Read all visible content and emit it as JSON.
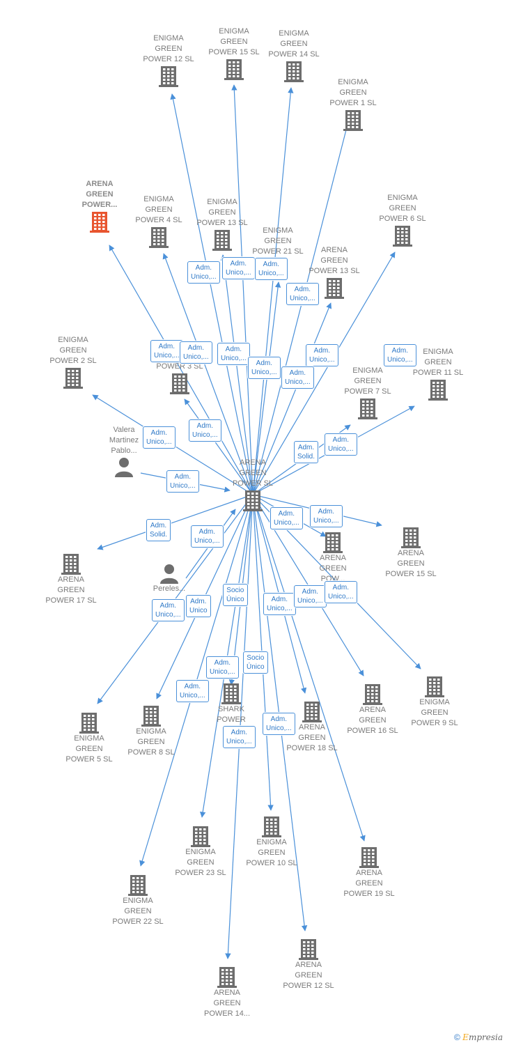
{
  "colors": {
    "edge": "#4a90d9",
    "building": "#6d6d6d",
    "highlight": "#e8552f",
    "person": "#6d6d6d"
  },
  "nodes": [
    {
      "id": "c",
      "kind": "building",
      "label": "ARENA\nGREEN\nPOWER  SL",
      "lp": "above",
      "name": "node-arena-green-power-sl"
    },
    {
      "id": "arena_main",
      "kind": "building",
      "label": "ARENA\nGREEN\nPOWER...",
      "lp": "above",
      "highlight": true,
      "name": "node-arena-green-power-main"
    },
    {
      "id": "eg12",
      "kind": "building",
      "label": "ENIGMA\nGREEN\nPOWER 12  SL",
      "lp": "above",
      "name": "node-enigma-green-power-12"
    },
    {
      "id": "eg15",
      "kind": "building",
      "label": "ENIGMA\nGREEN\nPOWER 15  SL",
      "lp": "above",
      "name": "node-enigma-green-power-15"
    },
    {
      "id": "eg14",
      "kind": "building",
      "label": "ENIGMA\nGREEN\nPOWER 14  SL",
      "lp": "above",
      "name": "node-enigma-green-power-14"
    },
    {
      "id": "eg1",
      "kind": "building",
      "label": "ENIGMA\nGREEN\nPOWER 1  SL",
      "lp": "above",
      "name": "node-enigma-green-power-1"
    },
    {
      "id": "eg4",
      "kind": "building",
      "label": "ENIGMA\nGREEN\nPOWER 4  SL",
      "lp": "above",
      "name": "node-enigma-green-power-4"
    },
    {
      "id": "eg13",
      "kind": "building",
      "label": "ENIGMA\nGREEN\nPOWER 13  SL",
      "lp": "above",
      "name": "node-enigma-green-power-13"
    },
    {
      "id": "eg21",
      "kind": "building",
      "label": "ENIGMA\nGREEN\nPOWER 21  SL",
      "lp": "above",
      "name": "node-enigma-green-power-21"
    },
    {
      "id": "ag13",
      "kind": "building",
      "label": "ARENA\nGREEN\nPOWER 13  SL",
      "lp": "above",
      "name": "node-arena-green-power-13"
    },
    {
      "id": "eg6",
      "kind": "building",
      "label": "ENIGMA\nGREEN\nPOWER 6  SL",
      "lp": "above",
      "name": "node-enigma-green-power-6"
    },
    {
      "id": "eg2",
      "kind": "building",
      "label": "ENIGMA\nGREEN\nPOWER 2  SL",
      "lp": "above",
      "name": "node-enigma-green-power-2"
    },
    {
      "id": "pow3",
      "kind": "building",
      "label": "POWER 3  SL",
      "lp": "above",
      "name": "node-power-3"
    },
    {
      "id": "eg7",
      "kind": "building",
      "label": "ENIGMA\nGREEN\nPOWER 7  SL",
      "lp": "above",
      "name": "node-enigma-green-power-7"
    },
    {
      "id": "eg11",
      "kind": "building",
      "label": "ENIGMA\nGREEN\nPOWER 11  SL",
      "lp": "above",
      "name": "node-enigma-green-power-11"
    },
    {
      "id": "valera",
      "kind": "person",
      "label": "Valera\nMartinez\nPablo...",
      "lp": "above",
      "name": "node-valera-martinez-pablo"
    },
    {
      "id": "ag17",
      "kind": "building",
      "label": "ARENA\nGREEN\nPOWER 17  SL",
      "lp": "below",
      "name": "node-arena-green-power-17"
    },
    {
      "id": "ag15",
      "kind": "building",
      "label": "ARENA\nGREEN\nPOWER 15  SL",
      "lp": "below",
      "name": "node-arena-green-power-15"
    },
    {
      "id": "agpow",
      "kind": "building",
      "label": "ARENA\nGREEN\nPOW...",
      "lp": "below",
      "name": "node-arena-green-pow"
    },
    {
      "id": "pereles",
      "kind": "person",
      "label": "Pereles...",
      "lp": "below",
      "name": "node-pereles"
    },
    {
      "id": "eg5",
      "kind": "building",
      "label": "ENIGMA\nGREEN\nPOWER 5  SL",
      "lp": "below",
      "name": "node-enigma-green-power-5"
    },
    {
      "id": "eg8",
      "kind": "building",
      "label": "ENIGMA\nGREEN\nPOWER 8  SL",
      "lp": "below",
      "name": "node-enigma-green-power-8"
    },
    {
      "id": "shark",
      "kind": "building",
      "label": "SHARK\nPOWER\nRE...",
      "lp": "below",
      "name": "node-shark-power"
    },
    {
      "id": "ag18",
      "kind": "building",
      "label": "ARENA\nGREEN\nPOWER 18  SL",
      "lp": "below",
      "name": "node-arena-green-power-18"
    },
    {
      "id": "ag16",
      "kind": "building",
      "label": "ARENA\nGREEN\nPOWER 16  SL",
      "lp": "below",
      "name": "node-arena-green-power-16"
    },
    {
      "id": "eg9",
      "kind": "building",
      "label": "ENIGMA\nGREEN\nPOWER 9  SL",
      "lp": "below",
      "name": "node-enigma-green-power-9"
    },
    {
      "id": "eg23",
      "kind": "building",
      "label": "ENIGMA\nGREEN\nPOWER 23  SL",
      "lp": "below",
      "name": "node-enigma-green-power-23"
    },
    {
      "id": "eg10",
      "kind": "building",
      "label": "ENIGMA\nGREEN\nPOWER 10  SL",
      "lp": "below",
      "name": "node-enigma-green-power-10"
    },
    {
      "id": "ag19",
      "kind": "building",
      "label": "ARENA\nGREEN\nPOWER 19  SL",
      "lp": "below",
      "name": "node-arena-green-power-19"
    },
    {
      "id": "eg22",
      "kind": "building",
      "label": "ENIGMA\nGREEN\nPOWER 22  SL",
      "lp": "below",
      "name": "node-enigma-green-power-22"
    },
    {
      "id": "ag12",
      "kind": "building",
      "label": "ARENA\nGREEN\nPOWER 12  SL",
      "lp": "below",
      "name": "node-arena-green-power-12"
    },
    {
      "id": "ag14",
      "kind": "building",
      "label": "ARENA\nGREEN\nPOWER 14...",
      "lp": "below",
      "name": "node-arena-green-power-14"
    }
  ],
  "edges": [
    {
      "from": "c",
      "to": "eg12",
      "label": "Adm.\nUnico,..."
    },
    {
      "from": "c",
      "to": "eg15",
      "label": "Adm.\nUnico,..."
    },
    {
      "from": "c",
      "to": "eg14",
      "label": "Adm.\nUnico,..."
    },
    {
      "from": "c",
      "to": "eg1",
      "label": "Adm.\nUnico,..."
    },
    {
      "from": "c",
      "to": "arena_main",
      "label": "Adm.\nUnico,..."
    },
    {
      "from": "c",
      "to": "eg4",
      "label": "Adm.\nUnico,..."
    },
    {
      "from": "c",
      "to": "eg13",
      "label": "Adm.\nUnico,..."
    },
    {
      "from": "c",
      "to": "eg21",
      "label": "Adm.\nUnico,..."
    },
    {
      "from": "c",
      "to": "ag13",
      "label": "Adm.\nUnico,..."
    },
    {
      "from": "c",
      "to": "eg6",
      "label": "Adm.\nUnico,..."
    },
    {
      "from": "c",
      "to": "eg2",
      "label": "Adm.\nUnico,..."
    },
    {
      "from": "c",
      "to": "pow3",
      "label": "Adm.\nUnico,..."
    },
    {
      "from": "c",
      "to": "eg7",
      "label": "Adm.\nUnico,..."
    },
    {
      "from": "c",
      "to": "eg11",
      "label": "Adm.\nUnico,..."
    },
    {
      "from": "valera",
      "to": "c",
      "label": "Adm.\nSolid."
    },
    {
      "from": "c",
      "to": "ag17",
      "label": "Adm.\nUnico,..."
    },
    {
      "from": "pereles",
      "to": "c",
      "label": "Adm.\nSolid."
    },
    {
      "from": "c",
      "to": "ag15",
      "label": "Adm.\nUnico,..."
    },
    {
      "from": "c",
      "to": "agpow",
      "label": "Adm.\nUnico,..."
    },
    {
      "from": "c",
      "to": "eg5",
      "label": "Adm.\nUnico,..."
    },
    {
      "from": "c",
      "to": "eg8",
      "label": "Adm.\nUnico,..."
    },
    {
      "from": "c",
      "to": "shark",
      "label": "Adm.\nUnico"
    },
    {
      "from": "c",
      "to": "ag18",
      "label": "Socio\nÚnico"
    },
    {
      "from": "c",
      "to": "ag16",
      "label": "Adm.\nUnico,..."
    },
    {
      "from": "c",
      "to": "eg9",
      "label": "Adm.\nUnico,..."
    },
    {
      "from": "c",
      "to": "eg23",
      "label": "Adm.\nUnico,..."
    },
    {
      "from": "c",
      "to": "eg10",
      "label": "Adm.\nUnico,..."
    },
    {
      "from": "c",
      "to": "ag19",
      "label": "Socio\nÚnico"
    },
    {
      "from": "c",
      "to": "eg22",
      "label": "Adm.\nUnico,..."
    },
    {
      "from": "c",
      "to": "ag12",
      "label": "Adm.\nUnico,..."
    },
    {
      "from": "c",
      "to": "ag14",
      "label": "Adm.\nUnico,..."
    }
  ],
  "footer": {
    "copyright_symbol": "©",
    "brand_initial": "E",
    "brand_rest": "mpresia"
  }
}
